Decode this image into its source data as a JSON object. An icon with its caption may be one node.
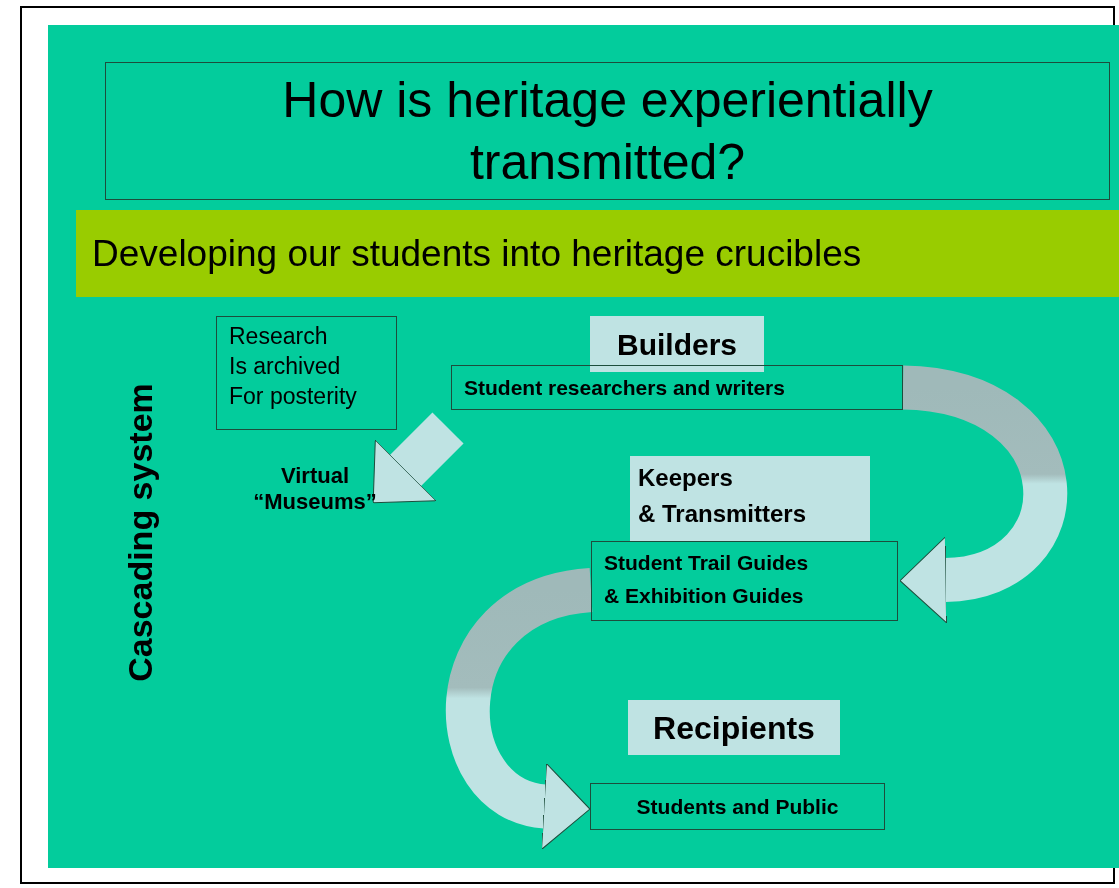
{
  "diagram": {
    "title": "How is heritage experientially transmitted?",
    "nodes": [
      {
        "text": [
          "Developing our students into heritage crucibles"
        ]
      },
      {
        "text": [
          "Research",
          "Is archived",
          "For posterity"
        ]
      },
      {
        "text": [
          "Virtual",
          "“Museums”"
        ]
      },
      {
        "text": [
          "Builders"
        ]
      },
      {
        "text": [
          "Student researchers and writers"
        ]
      },
      {
        "text": [
          "Keepers",
          "& Transmitters"
        ]
      },
      {
        "text": [
          "Student Trail Guides",
          "& Exhibition Guides"
        ]
      },
      {
        "text": [
          "Recipients"
        ]
      },
      {
        "text": [
          "Students and Public"
        ]
      }
    ],
    "edges": [
      {
        "from": null,
        "to": 2,
        "arrow": "to"
      },
      {
        "from": 4,
        "to": 6,
        "arrow": "to"
      },
      {
        "from": 6,
        "to": 8,
        "arrow": "to"
      }
    ],
    "labels": [
      "Cascading system"
    ]
  }
}
